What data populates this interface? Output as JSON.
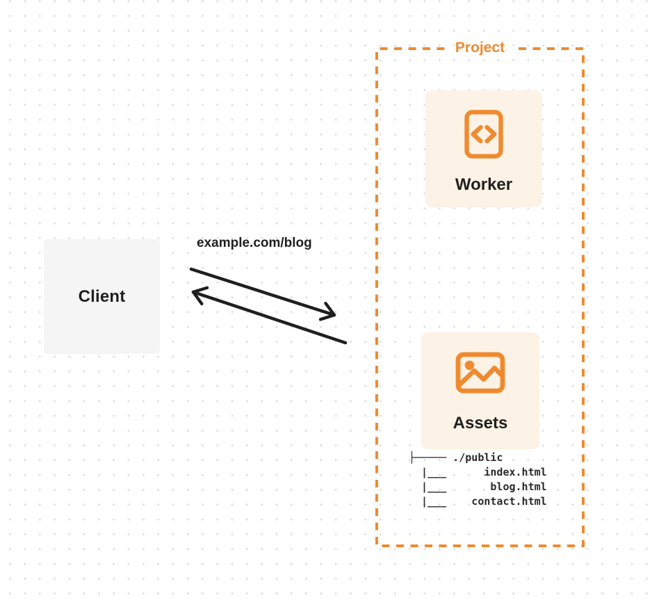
{
  "colors": {
    "accent_orange": "#ee8b30",
    "card_cream": "#fcf2e5",
    "client_gray": "#f5f5f6",
    "ink": "#1f1f1f",
    "dot_gray": "#e1e1e1"
  },
  "client": {
    "label": "Client"
  },
  "request": {
    "url": "example.com/blog"
  },
  "project": {
    "label": "Project",
    "worker": {
      "label": "Worker",
      "icon": "code-file-icon"
    },
    "assets": {
      "label": "Assets",
      "icon": "image-icon",
      "tree_text": "├───── ./public\n  |___      index.html\n  |___       blog.html\n  |___    contact.html"
    }
  }
}
